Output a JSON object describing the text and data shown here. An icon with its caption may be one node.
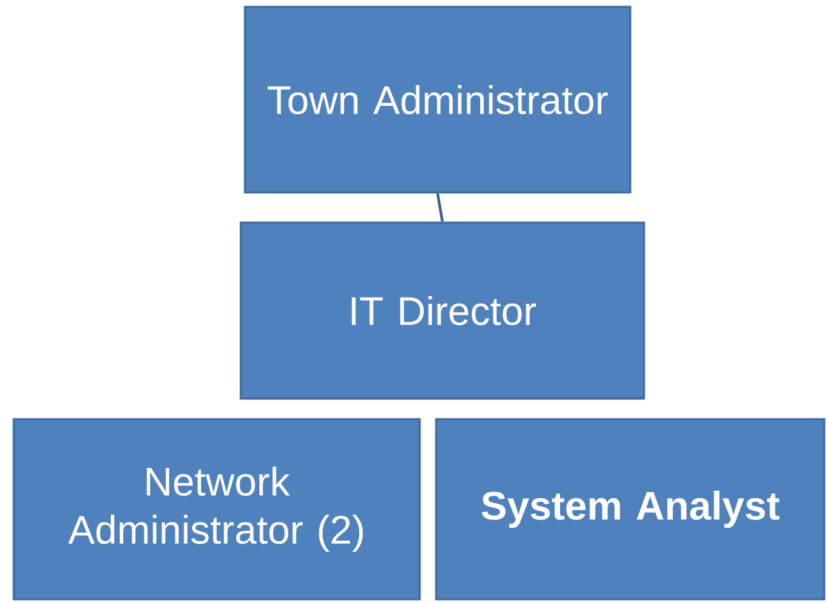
{
  "diagram": {
    "nodes": [
      {
        "text": [
          "Town Administrator"
        ]
      },
      {
        "text": [
          "IT Director"
        ]
      },
      {
        "text": [
          "Network Administrator (2)"
        ]
      },
      {
        "text": [
          "System Analyst"
        ]
      }
    ],
    "edges": [
      {
        "from": 0,
        "to": 1,
        "arrow": "none"
      }
    ]
  }
}
